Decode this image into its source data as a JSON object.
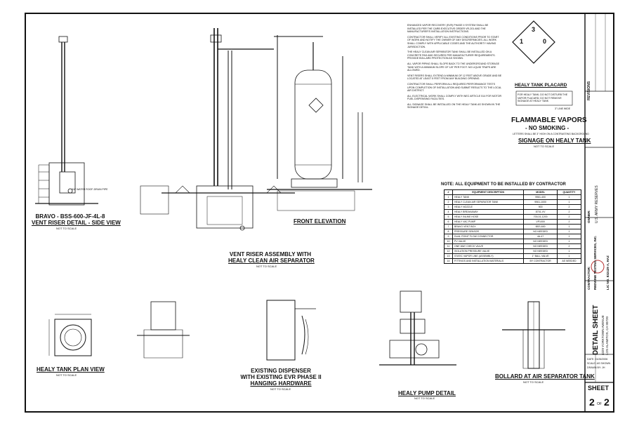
{
  "drawing": {
    "vent_riser_side": {
      "title_line1": "BRAVO - BSS-600-JF-4L-8",
      "title_line2": "VENT RISER DETAIL - SIDE VIEW",
      "scale": "NOT TO SCALE",
      "callout": "3/4\" WATER ROOF-DRAIN PIPE"
    },
    "vent_riser_assembly": {
      "title_line1": "VENT RISER ASSEMBLY WITH",
      "title_line2": "HEALY CLEAN AIR SEPARATOR",
      "scale": "NOT TO SCALE"
    },
    "front_elevation": {
      "title": "FRONT ELEVATION"
    },
    "healy_tank_placard": {
      "title": "HEALY TANK PLACARD",
      "diamond": {
        "top": "3",
        "left": "1",
        "right": "0"
      },
      "note": "FOR HEALY TANK; DO NOT DISTURB THE VAPOR PLACARD; DO NOT REMOVE SIGNAGE AT HEALY TANK",
      "size": "3\" LINE WIDE"
    },
    "flammable_sign": {
      "line1": "FLAMMABLE VAPORS",
      "line2": "- NO SMOKING -",
      "line3": "LETTERS SHALL BE 3\" HIGH ON A CONTRASTING BACKGROUND",
      "title": "SIGNAGE ON HEALY TANK",
      "scale": "NOT TO SCALE"
    },
    "equipment": {
      "note": "NOTE: ALL EQUIPMENT TO BE INSTALLED BY CONTRACTOR",
      "headers": [
        "#",
        "EQUIPMENT DESCRIPTION",
        "MODEL",
        "QUANTITY"
      ],
      "rows": [
        [
          "1",
          "HEALY TANK",
          "9961-400",
          "1"
        ],
        [
          "2",
          "HEALY CLEAN AIR SEPARATOR TANK",
          "9961-1000",
          "1"
        ],
        [
          "3",
          "HEALY NOZZLE",
          "900",
          "2"
        ],
        [
          "4",
          "HEALY BREAKAWAY",
          "8701-VV",
          "2"
        ],
        [
          "5",
          "HEALY INLINE HOSE",
          "700-01-1200",
          "2"
        ],
        [
          "6",
          "HEALY VAC PUMP",
          "VP1000",
          "2"
        ],
        [
          "7",
          "BRAVO VENT BOX",
          "BSS-600",
          "1"
        ],
        [
          "8",
          "PRESSURE SENSOR",
          "NO NEEDED",
          "1"
        ],
        [
          "9",
          "DUAL POINT FLOW CONNECTOR",
          "4A-47",
          "1"
        ],
        [
          "10",
          "PV VALVE",
          "NO NEEDED",
          "1"
        ],
        [
          "11",
          "ONE WAY CHECK VALVE",
          "NO NEEDED",
          "2"
        ],
        [
          "12",
          "ISOLATION PRESSURE VALVE",
          "NO NEEDED",
          "1"
        ],
        [
          "13",
          "STATIC VAPOR LINE (ASSEMBLY)",
          "1\" BALL VALVE",
          "1"
        ],
        [
          "14",
          "FITTINGS AND INSTALLATION MATERIALS",
          "BY CONTRACTOR",
          "AS NEEDED"
        ]
      ]
    },
    "healy_tank_plan": {
      "title": "HEALY TANK PLAN VIEW",
      "scale": "NOT TO SCALE"
    },
    "dispenser_hardware": {
      "title_line1": "EXISTING DISPENSER",
      "title_line2": "WITH EXISTING EVR PHASE II",
      "title_line3": "HANGING HARDWARE",
      "scale": "NOT TO SCALE"
    },
    "healy_pump": {
      "title": "HEALY PUMP DETAIL",
      "scale": "NOT TO SCALE"
    },
    "bollard": {
      "title": "BOLLARD AT AIR SEPARATOR TANK",
      "scale": "NOT TO SCALE"
    },
    "notes": [
      "ENHANCED VAPOR RECOVERY (EVR) PHASE II SYSTEM SHALL BE INSTALLED PER THE CARB EXECUTIVE ORDER VR-201 AND THE MANUFACTURER'S INSTALLATION INSTRUCTIONS.",
      "CONTRACTOR SHALL VERIFY ALL EXISTING CONDITIONS PRIOR TO START OF WORK AND NOTIFY THE OWNER OF ANY DISCREPANCIES. ALL WORK SHALL COMPLY WITH APPLICABLE CODES AND THE AUTHORITY HAVING JURISDICTION.",
      "THE HEALY CLEAN AIR SEPARATOR TANK SHALL BE INSTALLED ON A CONCRETE PAD AND SECURED PER MANUFACTURER REQUIREMENTS. PROVIDE BOLLARD PROTECTION AS SHOWN.",
      "ALL VAPOR PIPING SHALL SLOPE BACK TO THE UNDERGROUND STORAGE TANK WITH A MINIMUM SLOPE OF 1/8\" PER FOOT. NO LIQUID TRAPS ARE ALLOWED.",
      "VENT RISERS SHALL EXTEND A MINIMUM OF 12 FEET ABOVE GRADE AND BE LOCATED AT LEAST 5 FEET FROM ANY BUILDING OPENING.",
      "CONTRACTOR SHALL PERFORM ALL REQUIRED PERFORMANCE TESTS UPON COMPLETION OF INSTALLATION AND SUBMIT RESULTS TO THE LOCAL AIR DISTRICT.",
      "ALL ELECTRICAL WORK SHALL COMPLY WITH NEC ARTICLE 514 FOR MOTOR FUEL DISPENSING FACILITIES.",
      "ALL SIGNAGE SHALL BE INSTALLED ON THE HEALY TANK AS SHOWN IN THE SIGNAGE DETAIL."
    ]
  },
  "titleblock": {
    "revisions_label": "REVISIONS",
    "owner_label": "OWNER:",
    "owner_name": "U.S. ARMY RESERVES",
    "contractor_label": "CONTRACTOR:",
    "contractor_name": "REDWINE TESTING SERVICES, INC.",
    "contractor_license": "LIC NO. 832429 A, HAZ",
    "sheet_title": "DETAIL SHEET",
    "address_line1": "4329 YORKTOWN AVENUE",
    "address_line2": "LOS ALAMITOS, CA 90720",
    "date": "DATE: 01/26/2006",
    "scale": "SCALE: AS SHOWN",
    "drawn": "DRAWN BY: JH",
    "sheet_label": "SHEET",
    "sheet_number": "2",
    "sheet_of": "OF",
    "sheet_total": "2"
  }
}
